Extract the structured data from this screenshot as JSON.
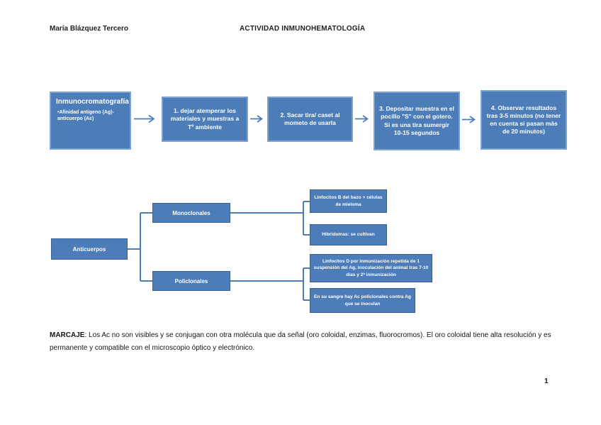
{
  "header": {
    "author": "María Blázquez Tercero",
    "title": "ACTIVIDAD INMUNOHEMATOLOGÍA"
  },
  "flowchart": {
    "intro": {
      "title": "Inmunocromatografía",
      "bullet": "•Afinidad antigeno (Ag)-anticuerpo (Ac)"
    },
    "steps": [
      "1. dejar atemperar los materiales y muestras a Tº ambiente",
      "2. Sacar tira/ caset al mometo de usarla",
      "3. Depositar muestra en el pocillo \"S\" con el gotero. Si es una tira sumergir 10-15 segundos",
      "4. Observar resultados tras 3-5 minutos (no tener en cuenta si pasan más de 20 minutos)"
    ]
  },
  "tree": {
    "root": "Anticuerpos",
    "branches": [
      {
        "label": "Monoclonales",
        "leaves": [
          "Linfocitos B del bazo + células de mieloma",
          "Hibridomas: se cultivan"
        ]
      },
      {
        "label": "Policlonales",
        "leaves": [
          "Linfocitos D por inmunización repetida de 1 suspensión del Ag, inoculación del animal tras 7-10 días y 2ª inmunización",
          "En su sangre hay Ac policlonales contra Ag que se inoculan"
        ]
      }
    ]
  },
  "marcaje": {
    "label": "MARCAJE",
    "text": ": Los Ac no son visibles y se conjugan con otra molécula que da señal (oro coloidal, enzimas, fluorocromos). El oro coloidal tiene alta resolución y es permanente y compatible con el microscopio óptico y electrónico."
  },
  "footer": {
    "page_number": "1"
  },
  "colors": {
    "box_fill": "#4d7db8",
    "box_border_light": "#7da3d0",
    "box_border_dark": "#38619b",
    "connector": "#4d7db8",
    "text_on_box": "#ffffff"
  }
}
